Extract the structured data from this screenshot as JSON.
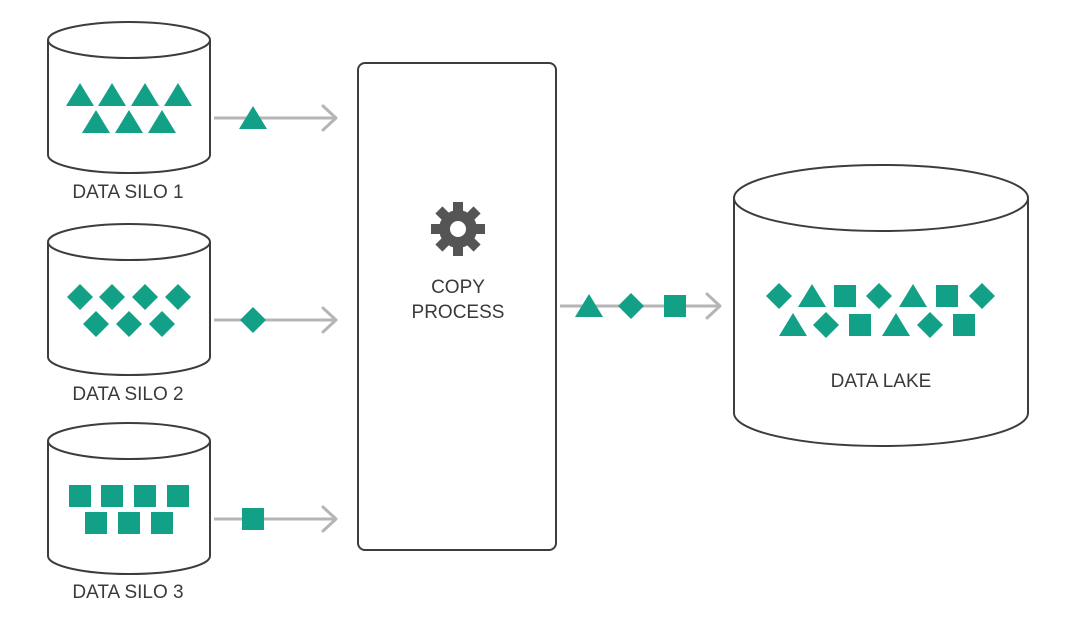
{
  "colors": {
    "shape": "#12a086",
    "outline": "#3d3d3d",
    "arrow": "#b5b5b5",
    "gear": "#555555",
    "text": "#3a3a3a"
  },
  "silos": [
    {
      "label": "DATA SILO 1",
      "shape": "triangle"
    },
    {
      "label": "DATA SILO 2",
      "shape": "diamond"
    },
    {
      "label": "DATA SILO 3",
      "shape": "square"
    }
  ],
  "process": {
    "icon": "gear-icon",
    "label_line1": "COPY",
    "label_line2": "PROCESS"
  },
  "lake": {
    "label": "DATA LAKE"
  }
}
